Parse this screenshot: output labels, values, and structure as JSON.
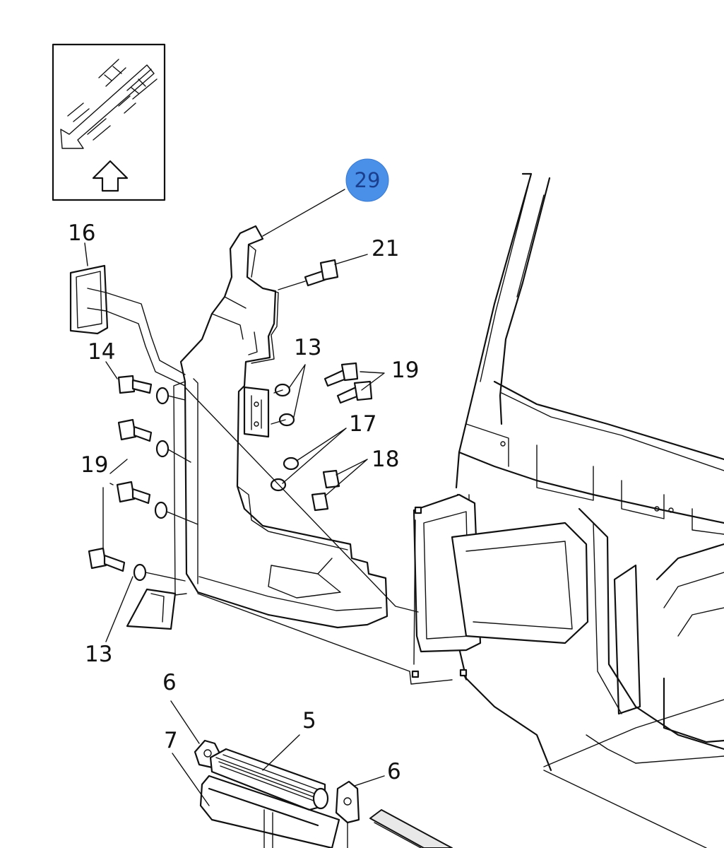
{
  "colors": {
    "callout_fill": "#4a90e8",
    "line": "#111111",
    "background": "#ffffff"
  },
  "callout": {
    "label": "29"
  },
  "labels": {
    "l16": "16",
    "l21": "21",
    "l14": "14",
    "l13a": "13",
    "l19a": "19",
    "l17": "17",
    "l18": "18",
    "l19b": "19",
    "l13b": "13",
    "l6a": "6",
    "l5": "5",
    "l7": "7",
    "l6b": "6"
  },
  "icons": {
    "orientation": "vehicle-orientation-icon",
    "arrow": "up-arrow-icon"
  }
}
